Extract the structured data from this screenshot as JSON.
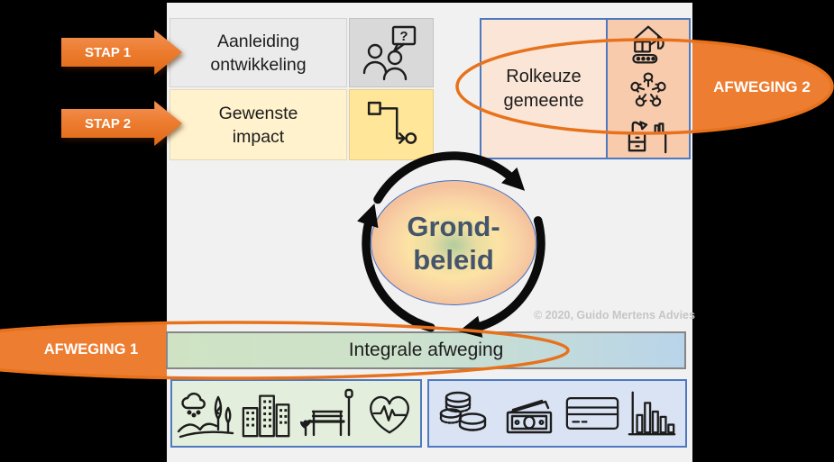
{
  "steps": {
    "stap1": "STAP 1",
    "stap2": "STAP 2"
  },
  "afweging": {
    "label1": "AFWEGING 1",
    "label2": "AFWEGING 2"
  },
  "boxes": {
    "aanleiding": {
      "line1": "Aanleiding",
      "line2": "ontwikkeling"
    },
    "gewenste": {
      "line1": "Gewenste",
      "line2": "impact"
    },
    "rolkeuze": {
      "line1": "Rolkeuze",
      "line2": "gemeente"
    },
    "integrale": {
      "label": "Integrale afweging"
    }
  },
  "center": {
    "line1": "Grond-",
    "line2": "beleid"
  },
  "copyright": "© 2020, Guido Mertens Advies",
  "icons_text": {
    "question_mark": "?"
  },
  "icons": {
    "people_question": "two-people-with-question-speech-bubble",
    "flow": "process-flow-square-arrow-circle",
    "excavator": "excavator-under-house-roof",
    "hands": "five-hands-toward-center",
    "desk": "office-desk-with-lamp",
    "nature": "rain-cloud-hills-trees",
    "city": "city-buildings",
    "bench": "park-bench-lamp-post",
    "heart": "heart-with-ecg-line",
    "coins": "stacks-of-coins",
    "money": "banknotes",
    "card": "credit-card",
    "chart": "bar-chart"
  },
  "colors": {
    "accent_orange": "#ED7D31",
    "orange_stroke": "#E8721C",
    "blue_border": "#4E79C0",
    "gray_cell": "#EBEBEB",
    "gray_icon_cell": "#D9D9D9",
    "yellow_cell": "#FFF2CC",
    "yellow_icon_cell": "#FFE699",
    "orange_cell": "#FBE5D6",
    "orange_icon_cell": "#F8CBAD",
    "green_box": "#E3EFDC",
    "blue_box": "#DAE3F3",
    "canvas": "#F1F1F1",
    "title_text": "#44546A"
  }
}
